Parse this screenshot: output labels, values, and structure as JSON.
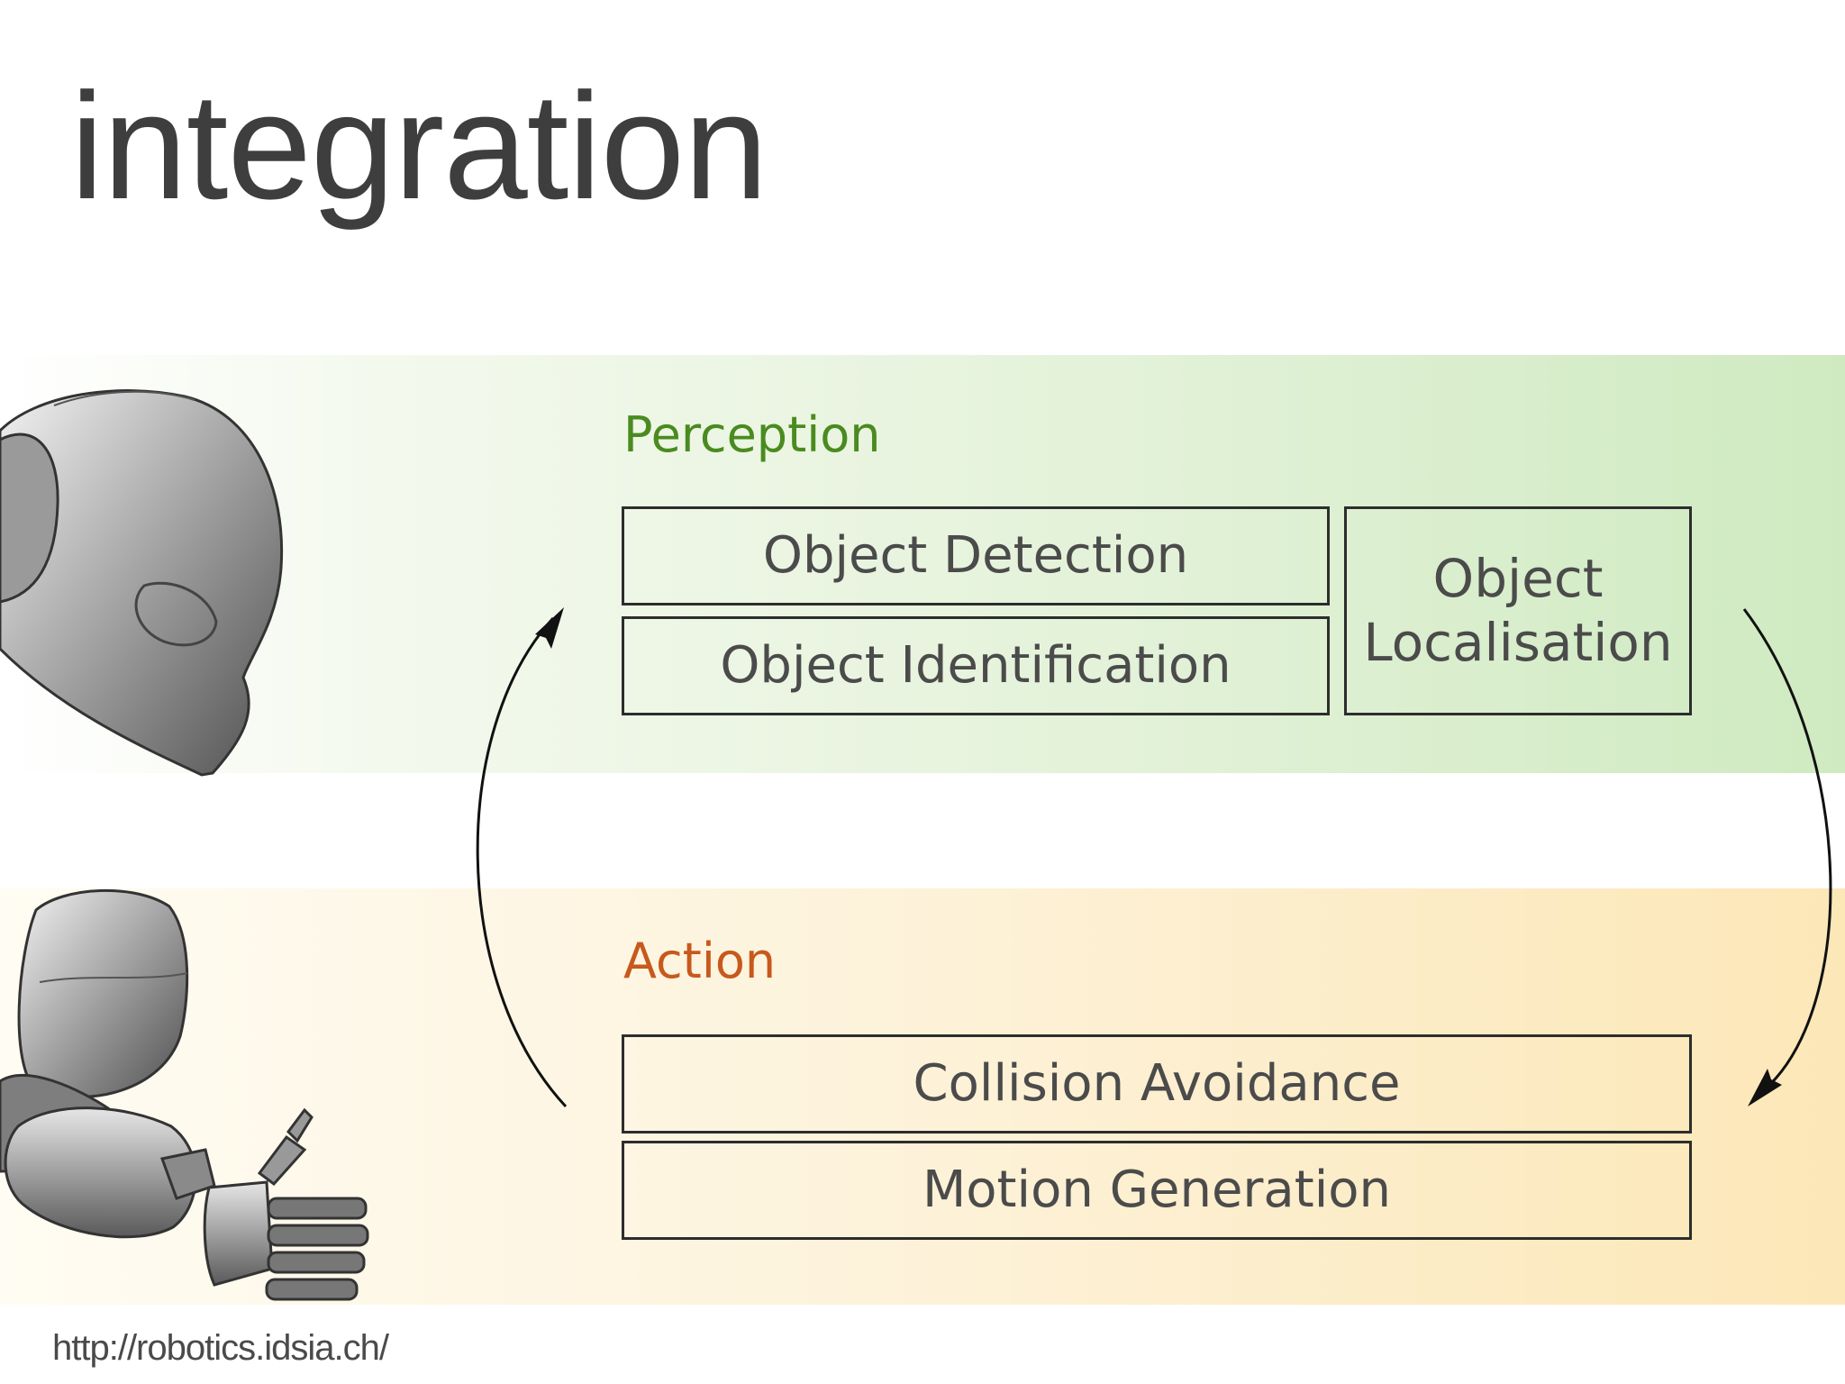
{
  "slide": {
    "title": "integration",
    "source_url": "http://robotics.idsia.ch/"
  },
  "perception": {
    "heading": "Perception",
    "boxes": {
      "detection": "Object Detection",
      "identification": "Object Identification",
      "localisation_line1": "Object",
      "localisation_line2": "Localisation"
    }
  },
  "action": {
    "heading": "Action",
    "boxes": {
      "collision": "Collision Avoidance",
      "motion": "Motion Generation"
    }
  },
  "colors": {
    "perception_heading": "#4a8b1f",
    "action_heading": "#c7591c",
    "perception_band": "#cfeac1",
    "action_band": "#fce7b7",
    "box_border": "#2d2d2d",
    "text": "#4b4b4b"
  },
  "icons": {
    "robot_head": "robot-head-icon",
    "robot_arm": "robot-arm-icon",
    "arrow_up": "cycle-arrow-up-icon",
    "arrow_down": "cycle-arrow-down-icon"
  }
}
